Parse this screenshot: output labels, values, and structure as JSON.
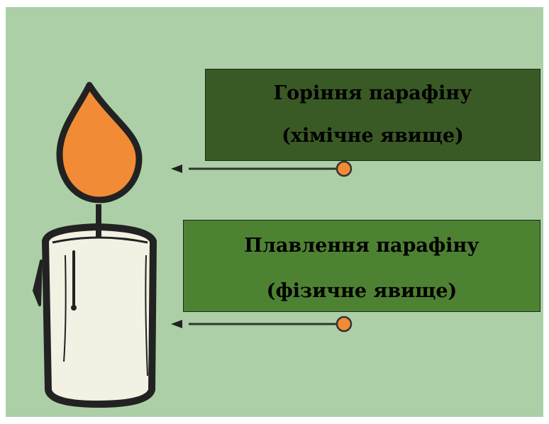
{
  "labels": {
    "combustion": {
      "title": "Горіння парафіну",
      "subtitle": "(хімічне явище)"
    },
    "melting": {
      "title": "Плавлення парафіну",
      "subtitle": "(фізичне явище)"
    }
  },
  "colors": {
    "background": "#accfa8",
    "box_top": "#3a5a25",
    "box_bottom": "#4e8233",
    "flame": "#f28b35",
    "wax": "#f2f1e3",
    "outline": "#222222",
    "connector_dot": "#f28b35"
  },
  "icons": [
    "candle-icon",
    "flame-icon",
    "arrow-left-icon"
  ]
}
